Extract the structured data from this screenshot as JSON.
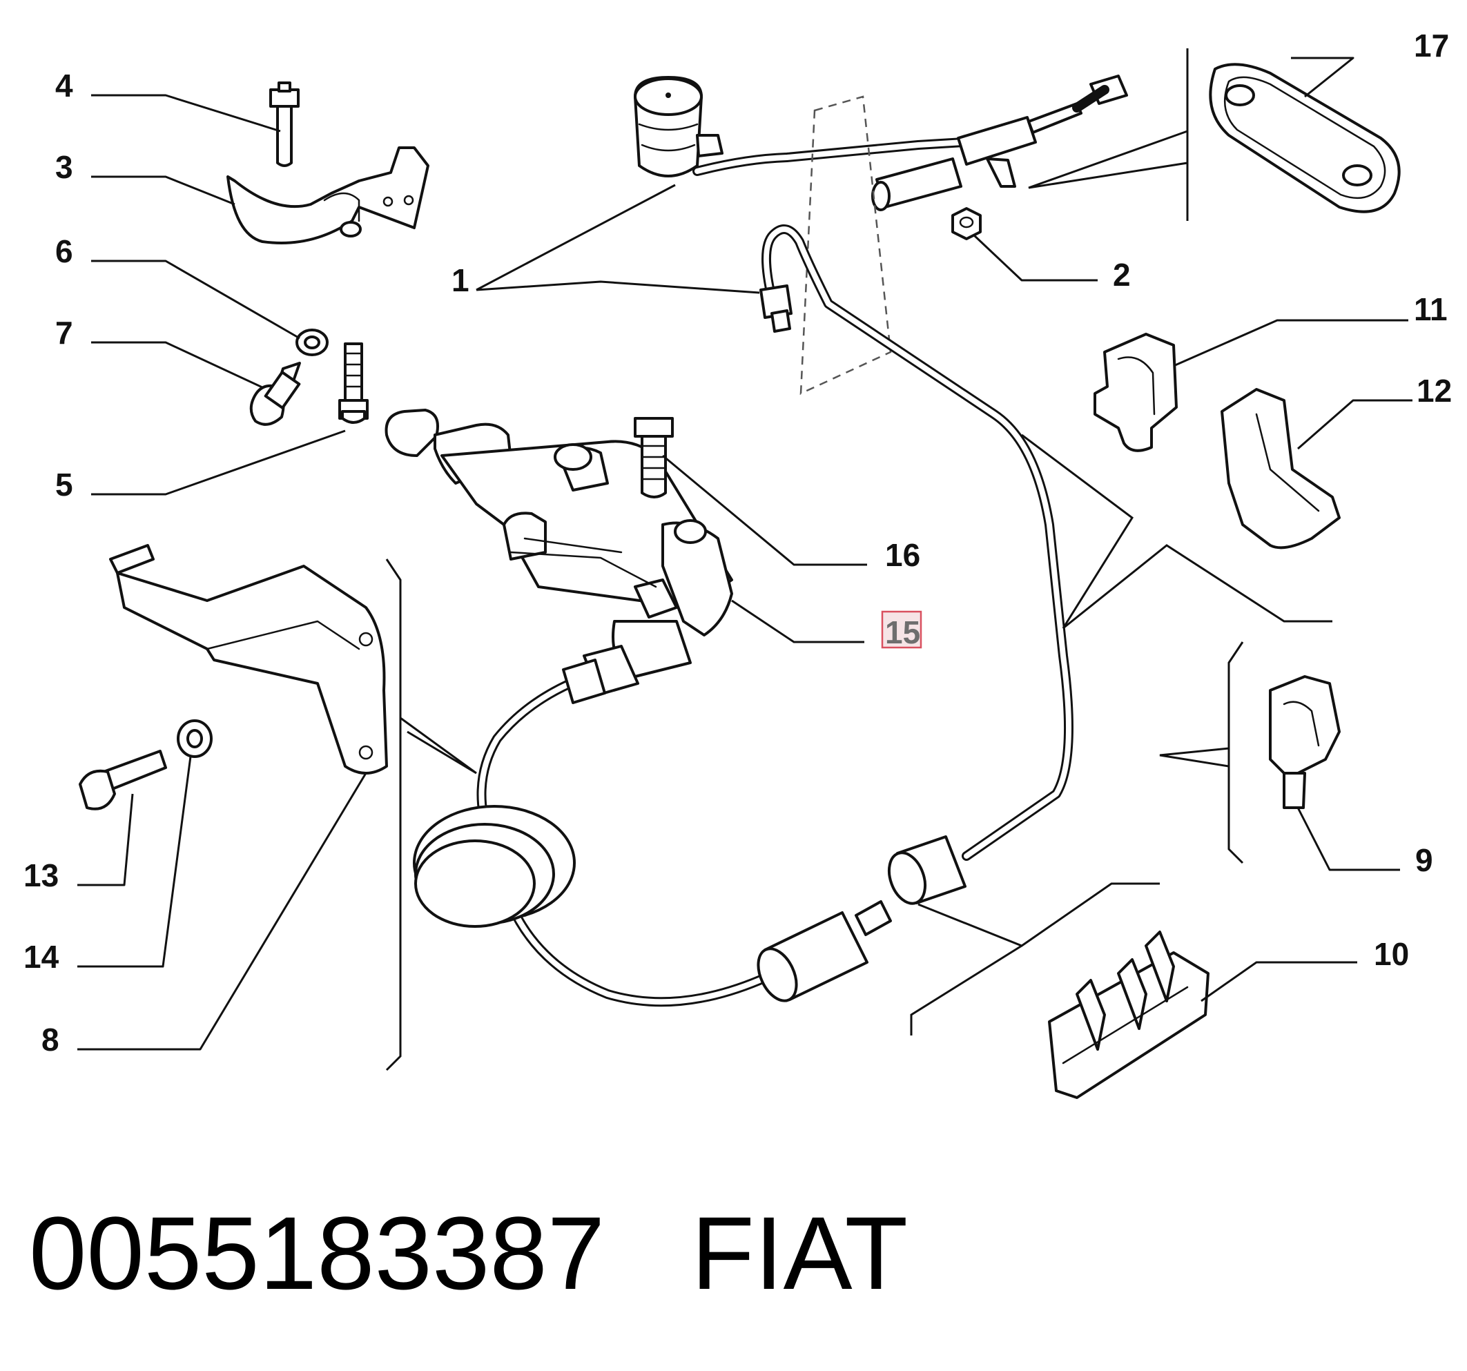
{
  "diagram": {
    "callouts": [
      {
        "id": "4",
        "label": "4"
      },
      {
        "id": "3",
        "label": "3"
      },
      {
        "id": "6",
        "label": "6"
      },
      {
        "id": "7",
        "label": "7"
      },
      {
        "id": "5",
        "label": "5"
      },
      {
        "id": "1",
        "label": "1"
      },
      {
        "id": "2",
        "label": "2"
      },
      {
        "id": "17",
        "label": "17"
      },
      {
        "id": "11",
        "label": "11"
      },
      {
        "id": "12",
        "label": "12"
      },
      {
        "id": "16",
        "label": "16"
      },
      {
        "id": "15",
        "label": "15",
        "highlighted": true
      },
      {
        "id": "13",
        "label": "13"
      },
      {
        "id": "14",
        "label": "14"
      },
      {
        "id": "8",
        "label": "8"
      },
      {
        "id": "9",
        "label": "9"
      },
      {
        "id": "10",
        "label": "10"
      }
    ],
    "highlight_color": "#d9505f",
    "highlight_fill": "#f6e4e6"
  },
  "footer": {
    "part_number": "0055183387",
    "brand": "FIAT"
  }
}
